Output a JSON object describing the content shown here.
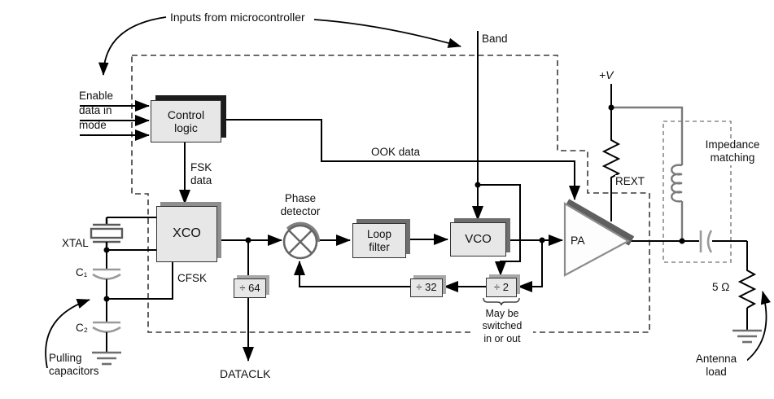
{
  "labels": {
    "inputs_micro": "Inputs from microcontroller",
    "band": "Band",
    "enable": "Enable",
    "data_in": "data in",
    "mode": "mode",
    "control_logic": "Control\nlogic",
    "fsk_data": "FSK\ndata",
    "ook_data": "OOK data",
    "xco": "XCO",
    "xtal": "XTAL",
    "c1": "C₁",
    "c2": "C₂",
    "cfsk": "CFSK",
    "pulling_capacitors": "Pulling\ncapacitors",
    "phase_detector": "Phase\ndetector",
    "loop_filter": "Loop\nfilter",
    "vco": "VCO",
    "div64": "÷ 64",
    "div32": "÷ 32",
    "div2": "÷ 2",
    "may_be": "May be\nswitched\nin or out",
    "dataclk": "DATACLK",
    "pa": "PA",
    "plus_v": "+V",
    "rext": "REXT",
    "impedance_matching": "Impedance\nmatching",
    "five_ohm": "5 Ω",
    "antenna_load": "Antenna\nload"
  },
  "colors": {
    "wire": "#000000",
    "supply_wire": "#7a7a7a",
    "block_face": "#e7e7e7",
    "block_shadow_dark": "#1c1c1c",
    "block_shadow_gray": "#6e6e6e",
    "boundary_dash": "#3a3a3a",
    "matching_dash": "#8a8a8a"
  }
}
